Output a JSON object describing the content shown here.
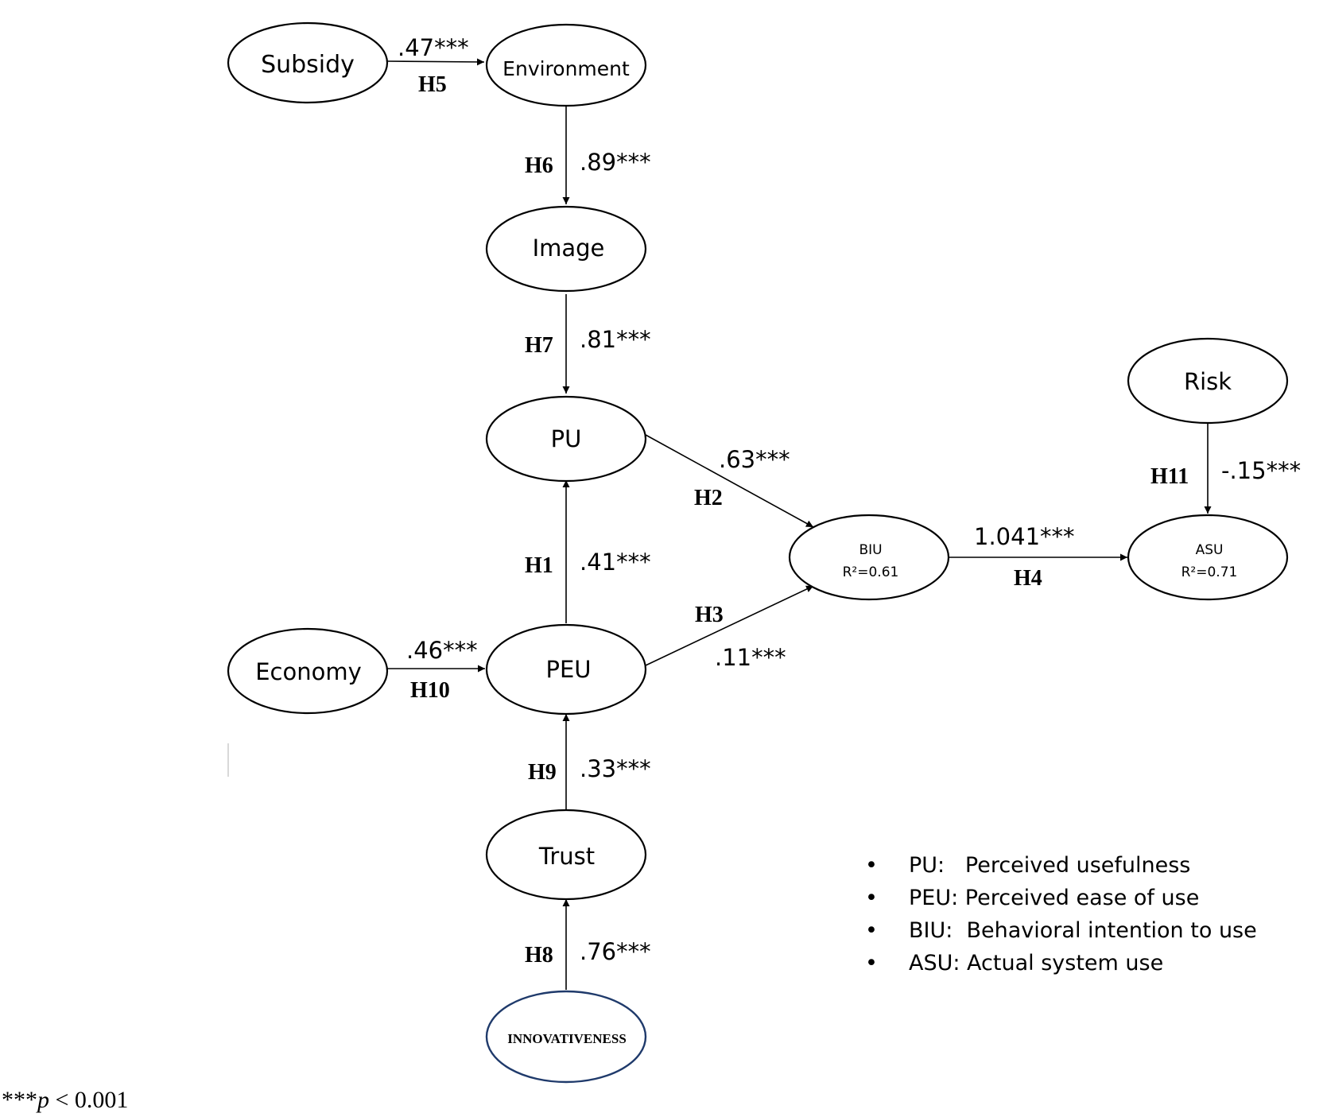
{
  "nodes": {
    "subsidy": "Subsidy",
    "environment": "Environment",
    "image": "Image",
    "pu": "PU",
    "peu": "PEU",
    "economy": "Economy",
    "trust": "Trust",
    "innovativeness": "INNOVATIVENESS",
    "biu": {
      "name": "BIU",
      "r2": "R²=0.61"
    },
    "asu": {
      "name": "ASU",
      "r2": "R²=0.71"
    },
    "risk": "Risk"
  },
  "paths": {
    "h5": {
      "hyp": "H5",
      "coef": ".47***"
    },
    "h6": {
      "hyp": "H6",
      "coef": ".89***"
    },
    "h7": {
      "hyp": "H7",
      "coef": ".81***"
    },
    "h1": {
      "hyp": "H1",
      "coef": ".41***"
    },
    "h2": {
      "hyp": "H2",
      "coef": ".63***"
    },
    "h3": {
      "hyp": "H3",
      "coef": ".11***"
    },
    "h4": {
      "hyp": "H4",
      "coef": "1.041***"
    },
    "h9": {
      "hyp": "H9",
      "coef": ".33***"
    },
    "h8": {
      "hyp": "H8",
      "coef": ".76***"
    },
    "h10": {
      "hyp": "H10",
      "coef": ".46***"
    },
    "h11": {
      "hyp": "H11",
      "coef": "-.15***"
    }
  },
  "legend": [
    {
      "bullet": "•",
      "text": "PU:   Perceived usefulness"
    },
    {
      "bullet": "•",
      "text": "PEU: Perceived ease of use"
    },
    {
      "bullet": "•",
      "text": "BIU:  Behavioral intention to use"
    },
    {
      "bullet": "•",
      "text": "ASU: Actual system use"
    }
  ],
  "footnote": {
    "stars": "***",
    "p": "p",
    "rest": " < 0.001"
  },
  "colors": {
    "line": "#000000",
    "innovativeness_border": "#1f3a6b"
  }
}
